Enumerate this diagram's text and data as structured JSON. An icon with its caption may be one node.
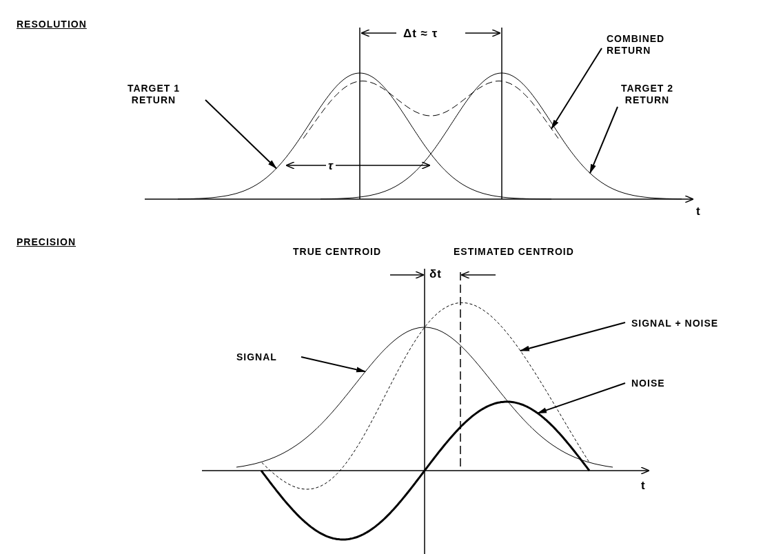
{
  "diagram": {
    "nodes": [
      {
        "text": [
          "TARGET 1 RETURN"
        ]
      },
      {
        "text": [
          "COMBINED RETURN"
        ]
      },
      {
        "text": [
          "TARGET 2 RETURN"
        ]
      },
      {
        "text": [
          "SIGNAL"
        ]
      },
      {
        "text": [
          "SIGNAL + NOISE"
        ]
      },
      {
        "text": [
          "NOISE"
        ]
      }
    ],
    "edges": [
      {
        "from": 0,
        "to": null,
        "arrow": "to"
      },
      {
        "from": 1,
        "to": null,
        "arrow": "to"
      },
      {
        "from": 2,
        "to": null,
        "arrow": "to"
      },
      {
        "from": 3,
        "to": null,
        "arrow": "to"
      },
      {
        "from": 4,
        "to": null,
        "arrow": "to"
      },
      {
        "from": 5,
        "to": null,
        "arrow": "to"
      }
    ],
    "labels": [
      "RESOLUTION",
      "Δt ≈ τ",
      "τ",
      "t",
      "PRECISION",
      "TRUE CENTROID",
      "ESTIMATED CENTROID",
      "δt",
      "t"
    ]
  }
}
